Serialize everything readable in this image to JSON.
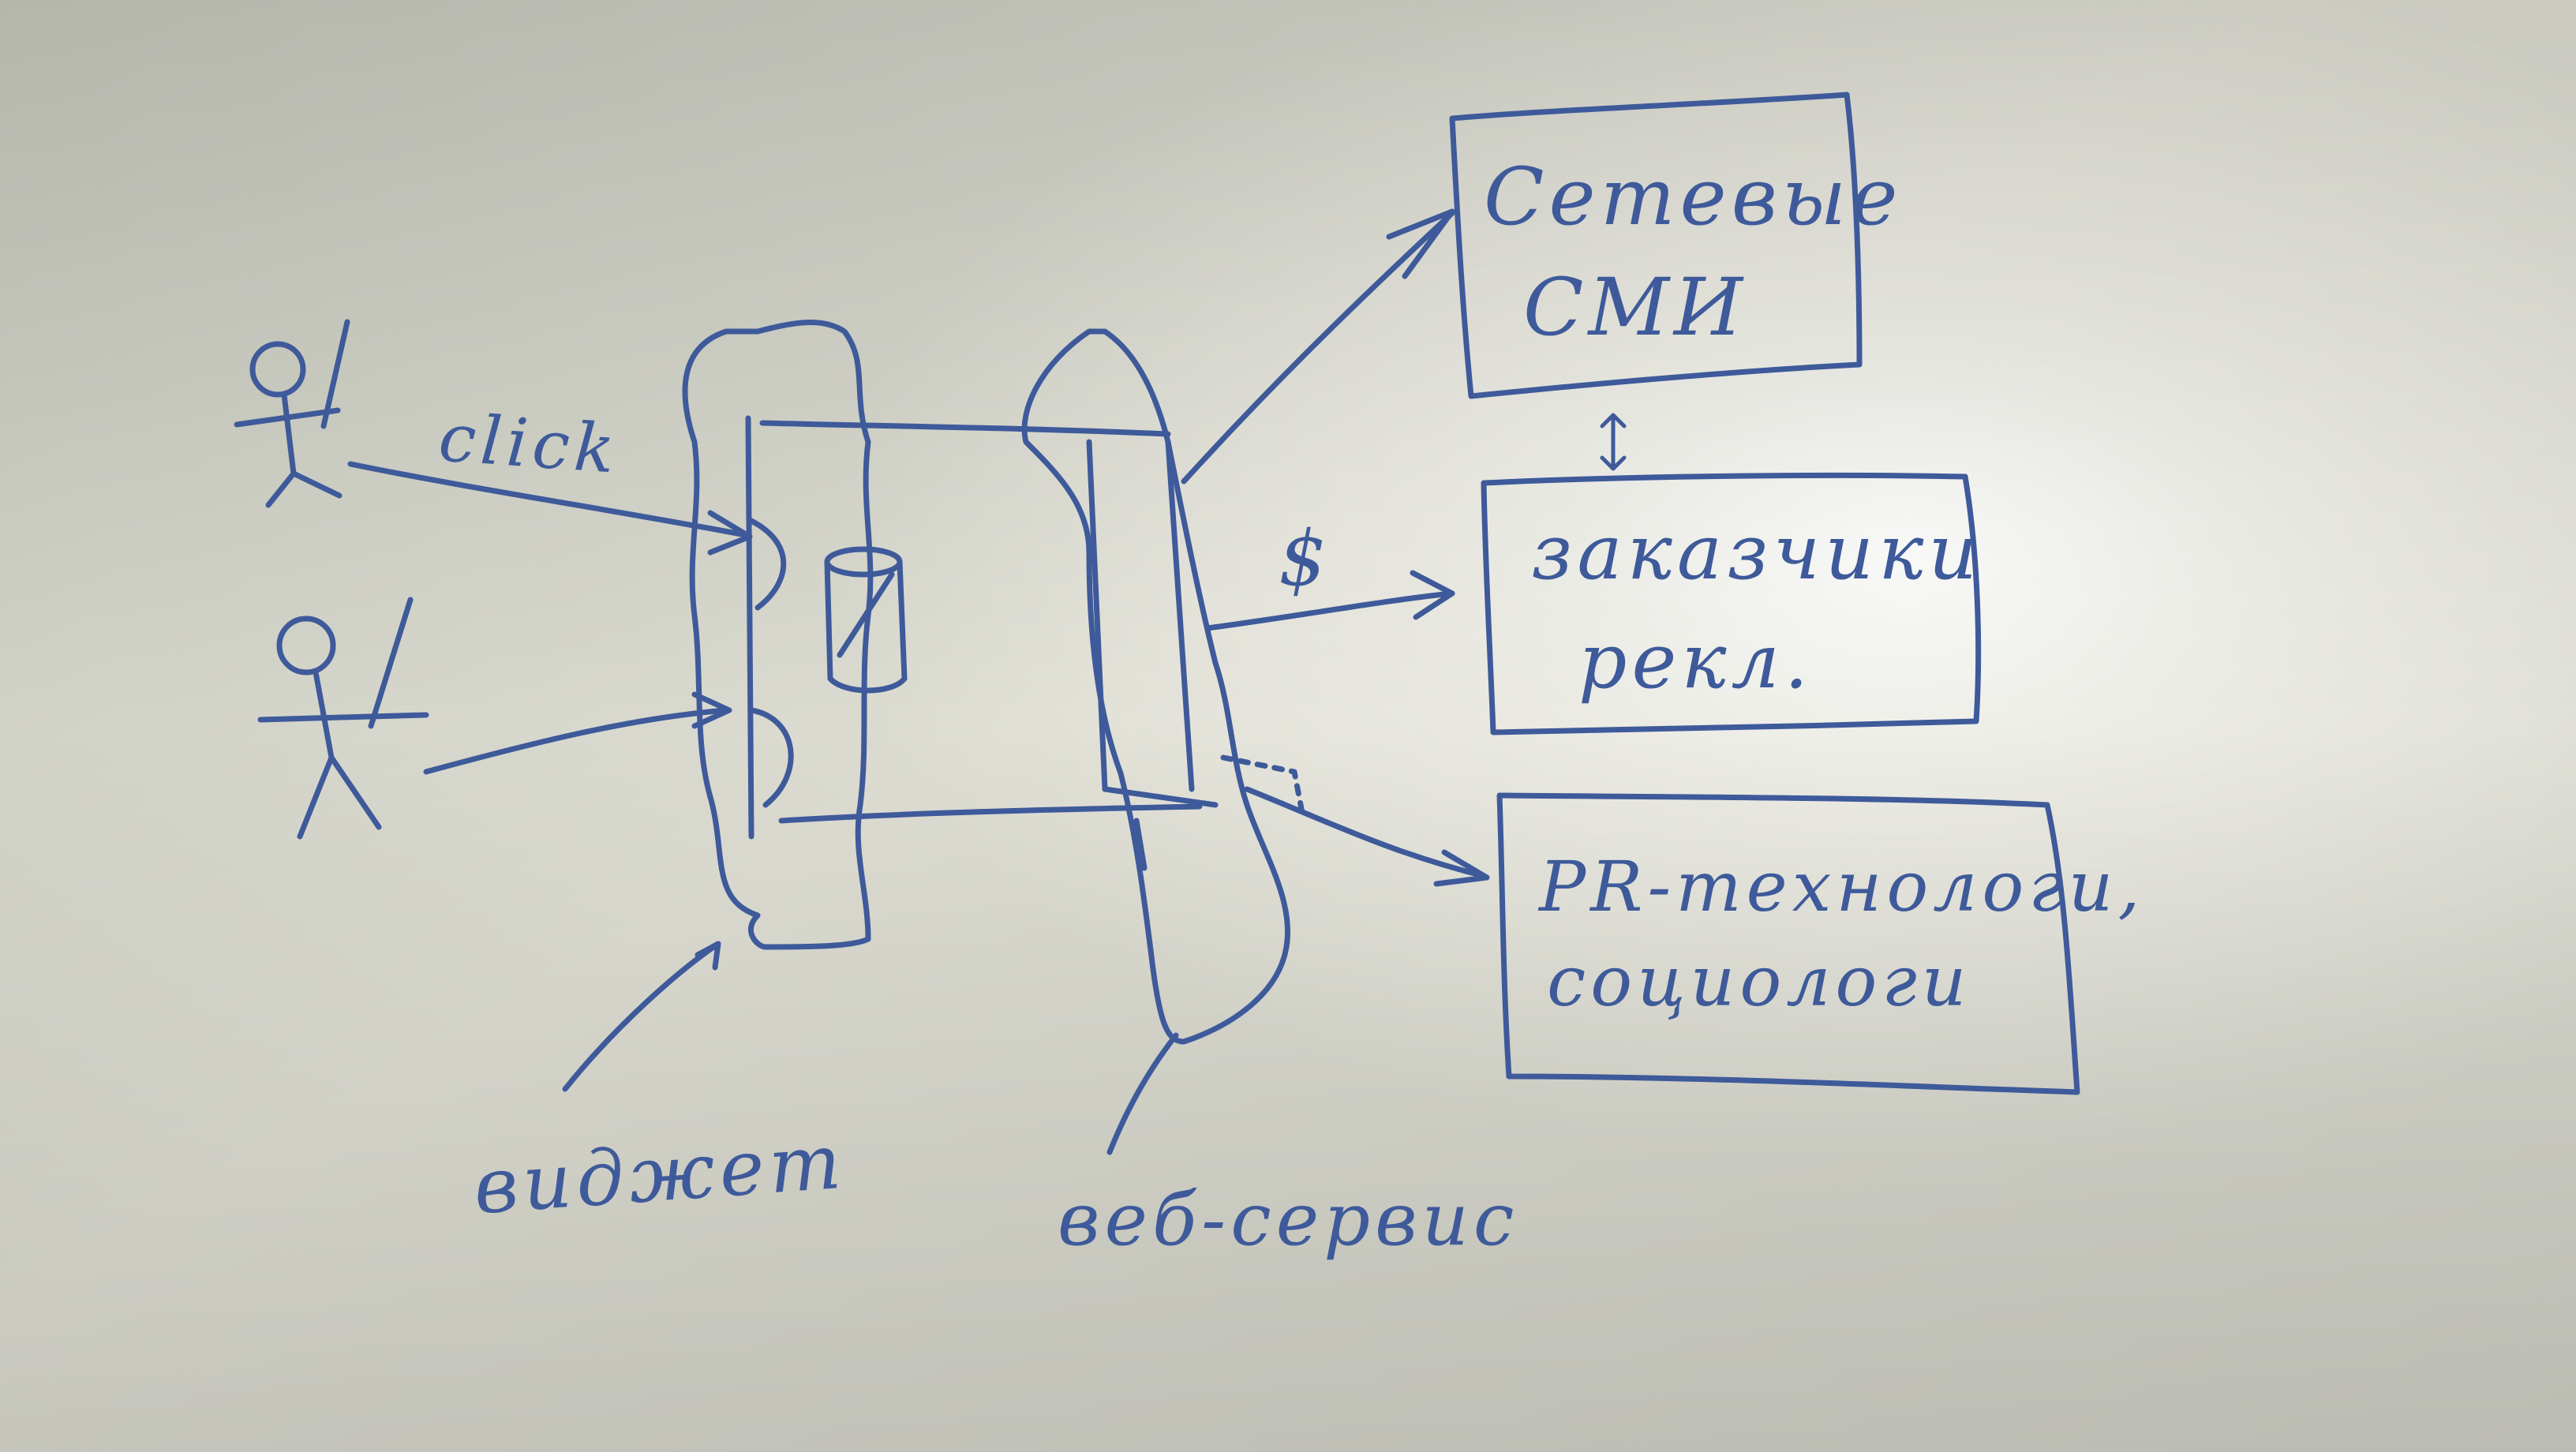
{
  "colors": {
    "ink": "#3e5a9a",
    "board_shadow": "#b9bbb0",
    "board_mid": "#e2e2d8",
    "board_glare": "#ffffff"
  },
  "labels": {
    "click": "click",
    "dollar": "$",
    "widget": "виджет",
    "web_service": "веб-сервис"
  },
  "boxes": {
    "online_media": [
      "Сетевые",
      "СМИ"
    ],
    "advertisers": [
      "заказчики",
      "рекл."
    ],
    "pr_sociologists": [
      "PR-технологи,",
      "социологи"
    ]
  },
  "icons": [
    "actor-icon",
    "actor-icon",
    "database-icon",
    "arrow-icon"
  ]
}
